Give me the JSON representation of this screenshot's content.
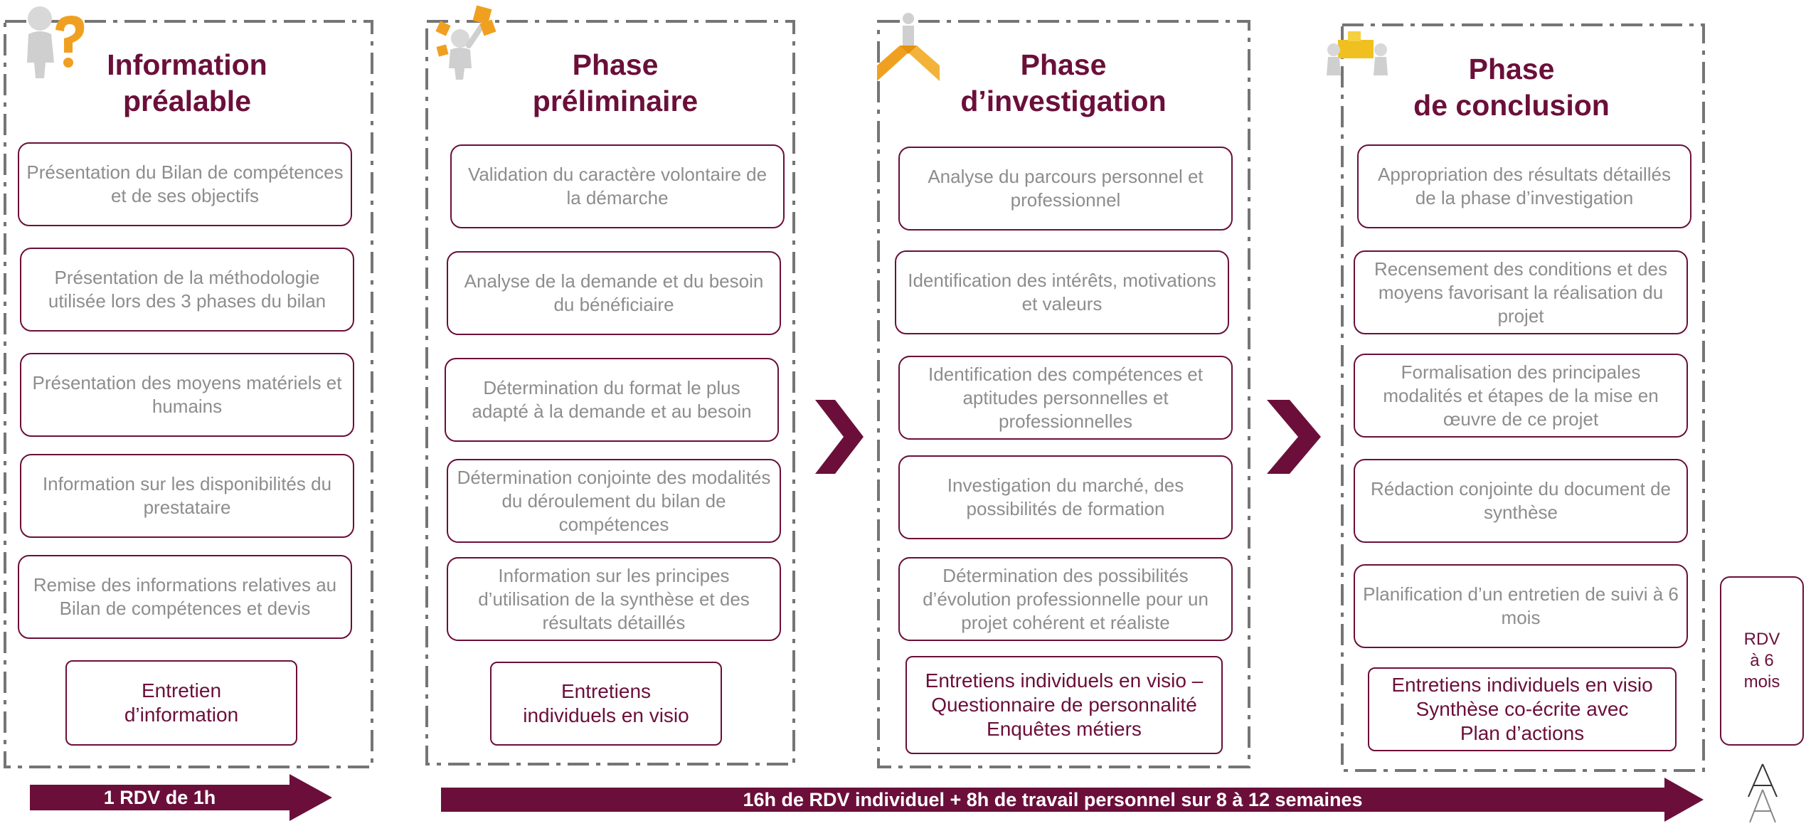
{
  "phases": [
    {
      "title": "Information\npréalable",
      "icon": "question-person-icon",
      "steps": [
        "Présentation du Bilan de compétences et de ses objectifs",
        "Présentation de la méthodologie utilisée lors des 3 phases du bilan",
        "Présentation des moyens matériels et humains",
        "Information sur les disponibilités du prestataire",
        "Remise des informations relatives au Bilan de compétences et devis"
      ],
      "session": "Entretien\nd’information"
    },
    {
      "title": "Phase\npréliminaire",
      "icon": "puzzle-person-icon",
      "steps": [
        "Validation du caractère volontaire de la démarche",
        "Analyse de la demande et du besoin du bénéficiaire",
        "Détermination du format le plus adapté à la demande et au besoin",
        "Détermination conjointe des modalités du déroulement du bilan de compétences",
        "Information sur les principes d’utilisation de la synthèse et des résultats détaillés"
      ],
      "session": "Entretiens\nindividuels en visio"
    },
    {
      "title": "Phase\nd’investigation",
      "icon": "crossroads-person-icon",
      "steps": [
        "Analyse du parcours personnel et professionnel",
        "Identification des intérêts, motivations et valeurs",
        "Identification des compétences et aptitudes personnelles et professionnelles",
        "Investigation du marché, des possibilités de formation",
        "Détermination des possibilités d’évolution professionnelle pour un projet cohérent et réaliste"
      ],
      "session": "Entretiens individuels en visio –\nQuestionnaire de personnalité\nEnquêtes métiers"
    },
    {
      "title": "Phase\nde conclusion",
      "icon": "puzzle-assembly-icon",
      "steps": [
        "Appropriation des résultats détaillés de la phase d’investigation",
        "Recensement des conditions et des moyens favorisant la réalisation du projet",
        "Formalisation des principales modalités et étapes de la mise en œuvre de ce projet",
        "Rédaction conjointe du document de synthèse",
        "Planification d’un entretien de suivi à 6 mois"
      ],
      "session": "Entretiens individuels en visio\nSynthèse co-écrite avec\nPlan d’actions"
    }
  ],
  "followup": "RDV\nà 6\nmois",
  "arrows": {
    "short": "1 RDV de 1h",
    "long": "16h de RDV individuel + 8h de travail personnel sur 8 à 12 semaines"
  },
  "colors": {
    "accent": "#6b0f3a",
    "step_text": "#8d8d8d",
    "frame": "#757575"
  },
  "logo_icon": "monogram-logo-icon"
}
